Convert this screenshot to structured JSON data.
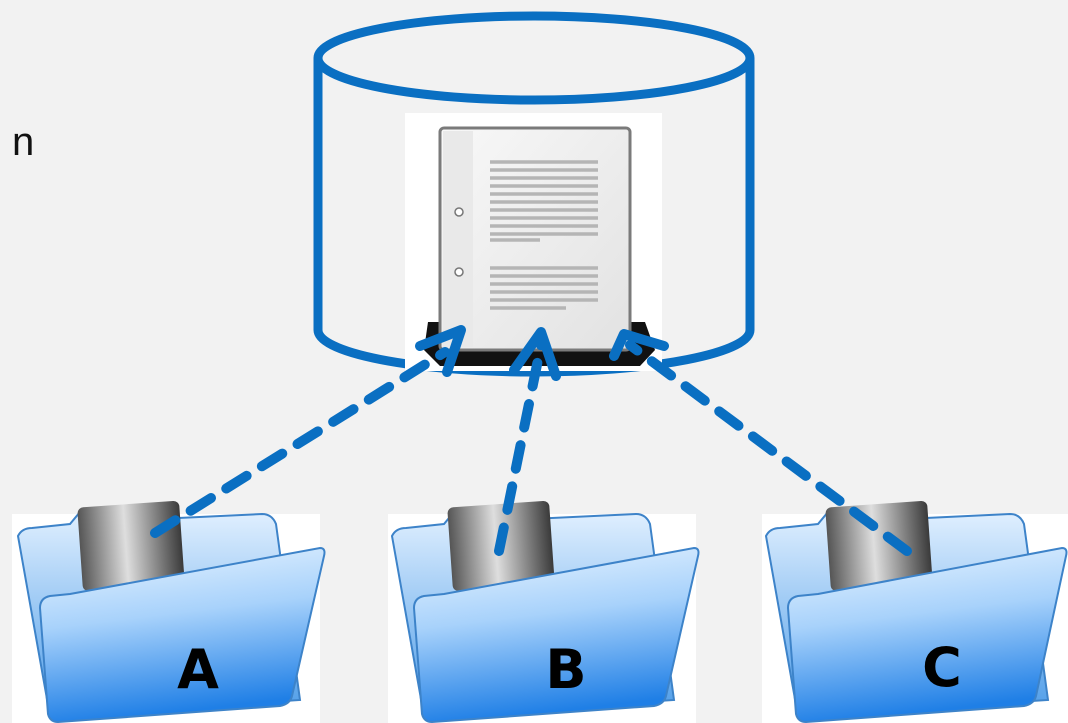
{
  "stray_text": "n",
  "folders": [
    {
      "letter": "A"
    },
    {
      "letter": "B"
    },
    {
      "letter": "C"
    }
  ],
  "colors": {
    "background": "#f2f2f2",
    "cylinder_stroke": "#0a6fc2",
    "arrow": "#0a6fc2",
    "folder_light": "#d8ecff",
    "folder_mid": "#8ec3f5",
    "folder_dark": "#2f86e0",
    "letter": "#000000"
  }
}
